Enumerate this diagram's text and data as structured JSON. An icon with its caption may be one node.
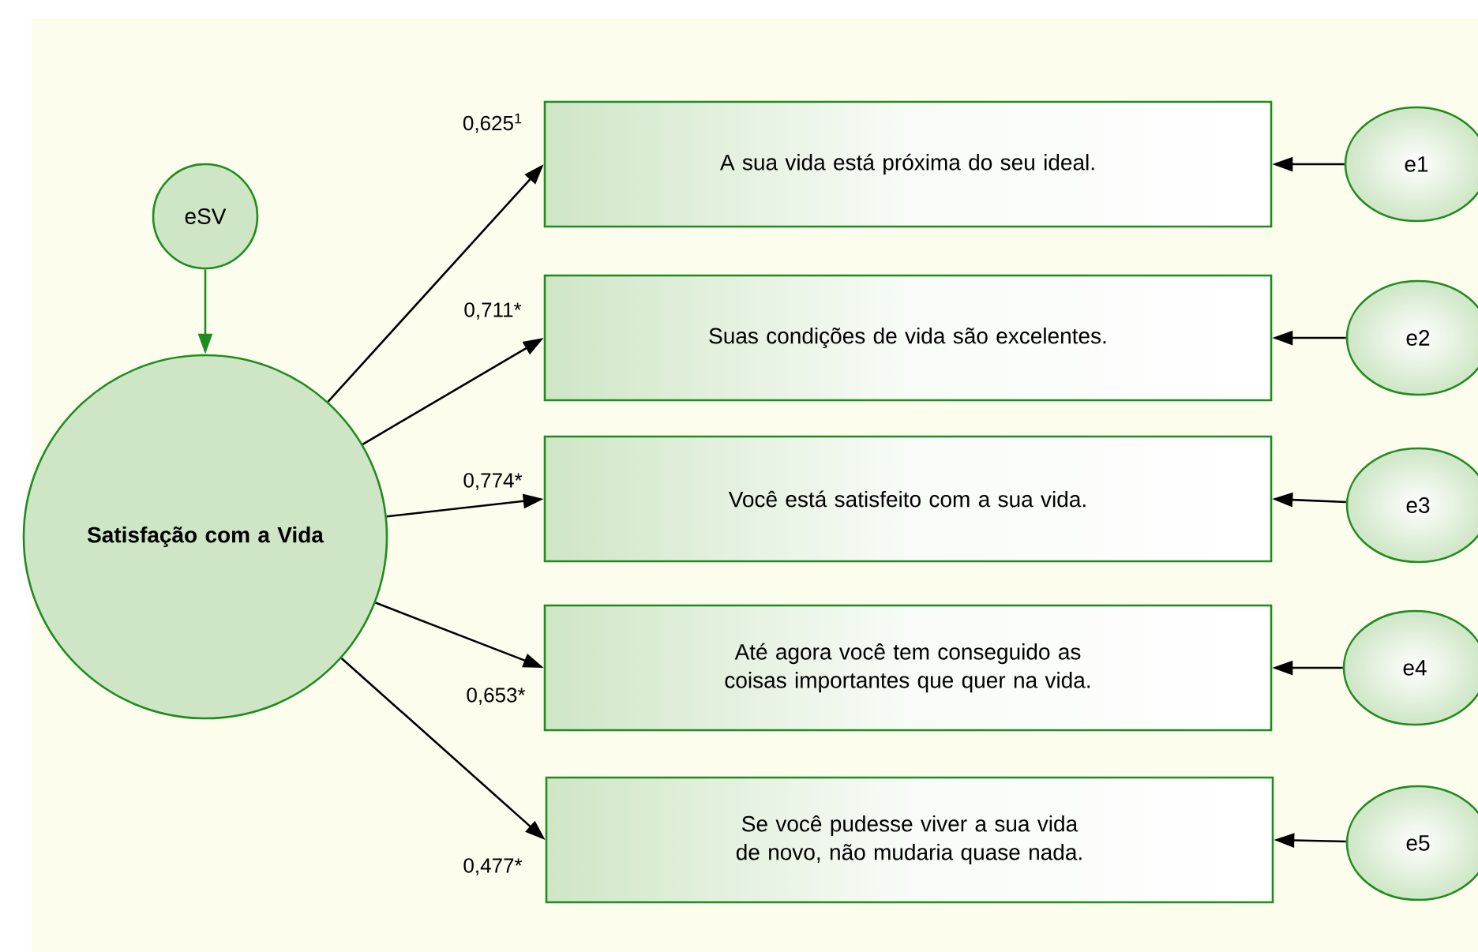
{
  "diagram": {
    "nodes": [
      {
        "text": [
          "eSV"
        ]
      },
      {
        "text": [
          "Satisfação com a Vida"
        ]
      },
      {
        "text": [
          "A sua vida está próxima do seu ideal."
        ]
      },
      {
        "text": [
          "Suas condições de vida são excelentes."
        ]
      },
      {
        "text": [
          "Você está satisfeito com a sua vida."
        ]
      },
      {
        "text": [
          "Até agora você tem conseguido as coisas importantes que quer na vida."
        ]
      },
      {
        "text": [
          "Se você pudesse viver a sua vida de novo, não mudaria quase nada."
        ]
      },
      {
        "text": [
          "e1"
        ]
      },
      {
        "text": [
          "e2"
        ]
      },
      {
        "text": [
          "e3"
        ]
      },
      {
        "text": [
          "e4"
        ]
      },
      {
        "text": [
          "e5"
        ]
      }
    ],
    "edges": [
      {
        "from": 0,
        "to": 1,
        "arrow": "to",
        "color": "#1e8c1e"
      },
      {
        "from": 1,
        "to": 2,
        "arrow": "to",
        "label": "0,625$^{1}$"
      },
      {
        "from": 1,
        "to": 3,
        "arrow": "to",
        "label": "0,711*"
      },
      {
        "from": 1,
        "to": 4,
        "arrow": "to",
        "label": "0,774*"
      },
      {
        "from": 1,
        "to": 5,
        "arrow": "to",
        "label": "0,653*"
      },
      {
        "from": 1,
        "to": 6,
        "arrow": "to",
        "label": "0,477*"
      },
      {
        "from": 7,
        "to": 2,
        "arrow": "to"
      },
      {
        "from": 8,
        "to": 3,
        "arrow": "to"
      },
      {
        "from": 9,
        "to": 4,
        "arrow": "to"
      },
      {
        "from": 10,
        "to": 5,
        "arrow": "to"
      },
      {
        "from": 11,
        "to": 6,
        "arrow": "to"
      }
    ]
  }
}
